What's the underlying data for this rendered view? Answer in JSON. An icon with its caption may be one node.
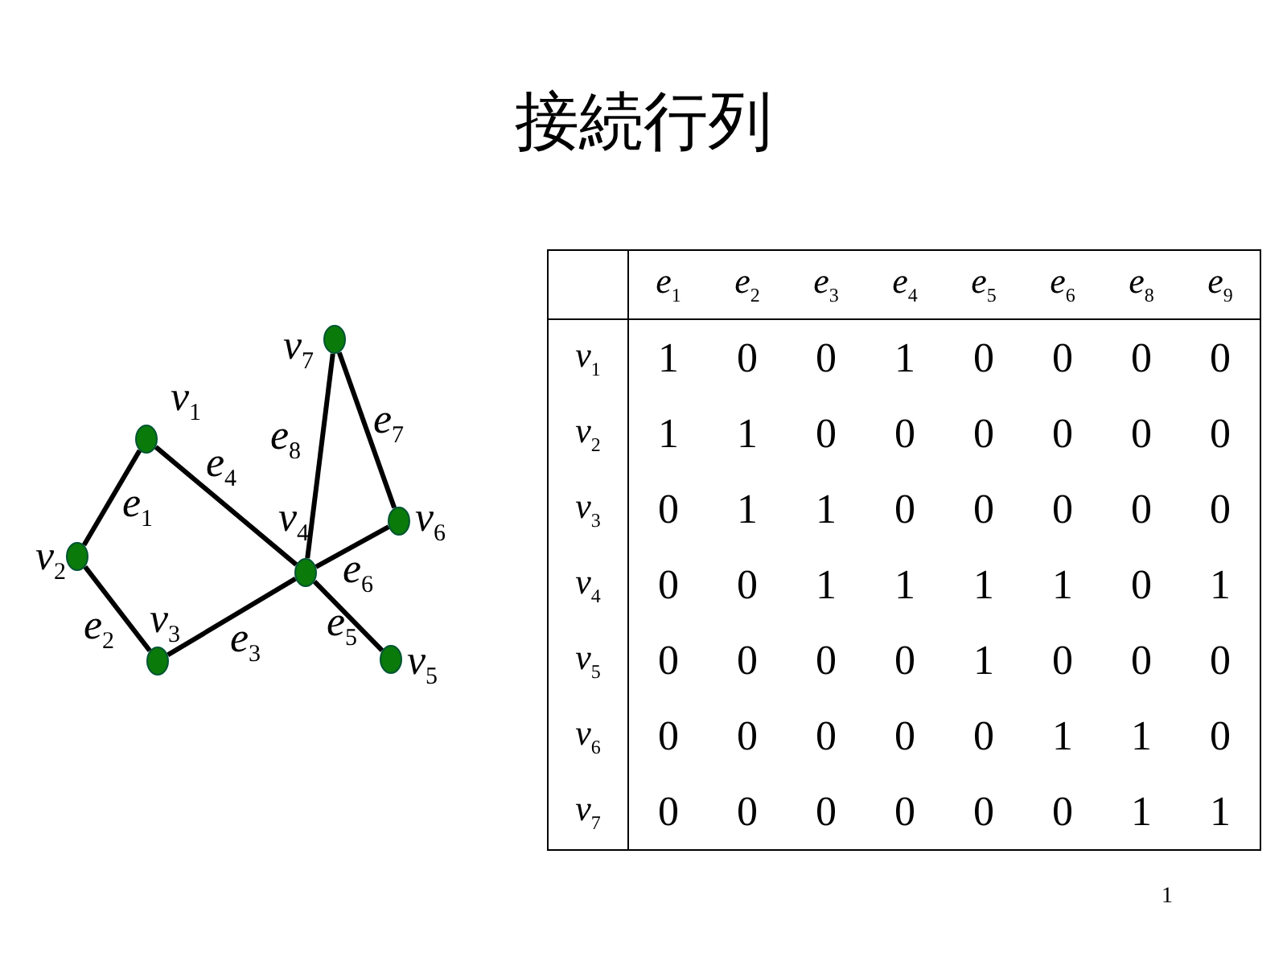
{
  "diagram": {
    "title": "接続行列",
    "nodes": [
      {
        "text": [],
        "shape": "circle",
        "beside": [
          "v$_{1}$"
        ]
      },
      {
        "text": [],
        "shape": "circle",
        "beside": [
          "v$_{2}$"
        ]
      },
      {
        "text": [],
        "shape": "circle",
        "beside": [
          "v$_{3}$"
        ]
      },
      {
        "text": [],
        "shape": "circle",
        "beside": [
          "v$_{4}$"
        ]
      },
      {
        "text": [],
        "shape": "circle",
        "beside": [
          "v$_{5}$"
        ]
      },
      {
        "text": [],
        "shape": "circle",
        "beside": [
          "v$_{6}$"
        ]
      },
      {
        "text": [],
        "shape": "circle",
        "beside": [
          "v$_{7}$"
        ]
      }
    ],
    "edges": [
      {
        "from": 0,
        "to": 1,
        "arrow": "none",
        "label": "e$_{1}$"
      },
      {
        "from": 1,
        "to": 2,
        "arrow": "none",
        "label": "e$_{2}$"
      },
      {
        "from": 2,
        "to": 3,
        "arrow": "none",
        "label": "e$_{3}$"
      },
      {
        "from": 0,
        "to": 3,
        "arrow": "none",
        "label": "e$_{4}$"
      },
      {
        "from": 3,
        "to": 4,
        "arrow": "none",
        "label": "e$_{5}$"
      },
      {
        "from": 3,
        "to": 5,
        "arrow": "none",
        "label": "e$_{6}$"
      },
      {
        "from": 6,
        "to": 5,
        "arrow": "none",
        "label": "e$_{7}$"
      },
      {
        "from": 6,
        "to": 3,
        "arrow": "none",
        "label": "e$_{8}$"
      }
    ],
    "labels": [
      "e$_{1}$",
      "e$_{2}$",
      "e$_{3}$",
      "e$_{4}$",
      "e$_{5}$",
      "e$_{6}$",
      "e$_{8}$",
      "e$_{9}$",
      "v$_{1}$",
      "1",
      "0",
      "0",
      "1",
      "0",
      "0",
      "0",
      "0",
      "v$_{2}$",
      "1",
      "1",
      "0",
      "0",
      "0",
      "0",
      "0",
      "0",
      "v$_{3}$",
      "0",
      "1",
      "1",
      "0",
      "0",
      "0",
      "0",
      "0",
      "v$_{4}$",
      "0",
      "0",
      "1",
      "1",
      "1",
      "1",
      "0",
      "1",
      "v$_{5}$",
      "0",
      "0",
      "0",
      "0",
      "1",
      "0",
      "0",
      "0",
      "v$_{6}$",
      "0",
      "0",
      "0",
      "0",
      "0",
      "1",
      "1",
      "0",
      "v$_{7}$",
      "0",
      "0",
      "0",
      "0",
      "0",
      "0",
      "1",
      "1",
      "1"
    ]
  }
}
